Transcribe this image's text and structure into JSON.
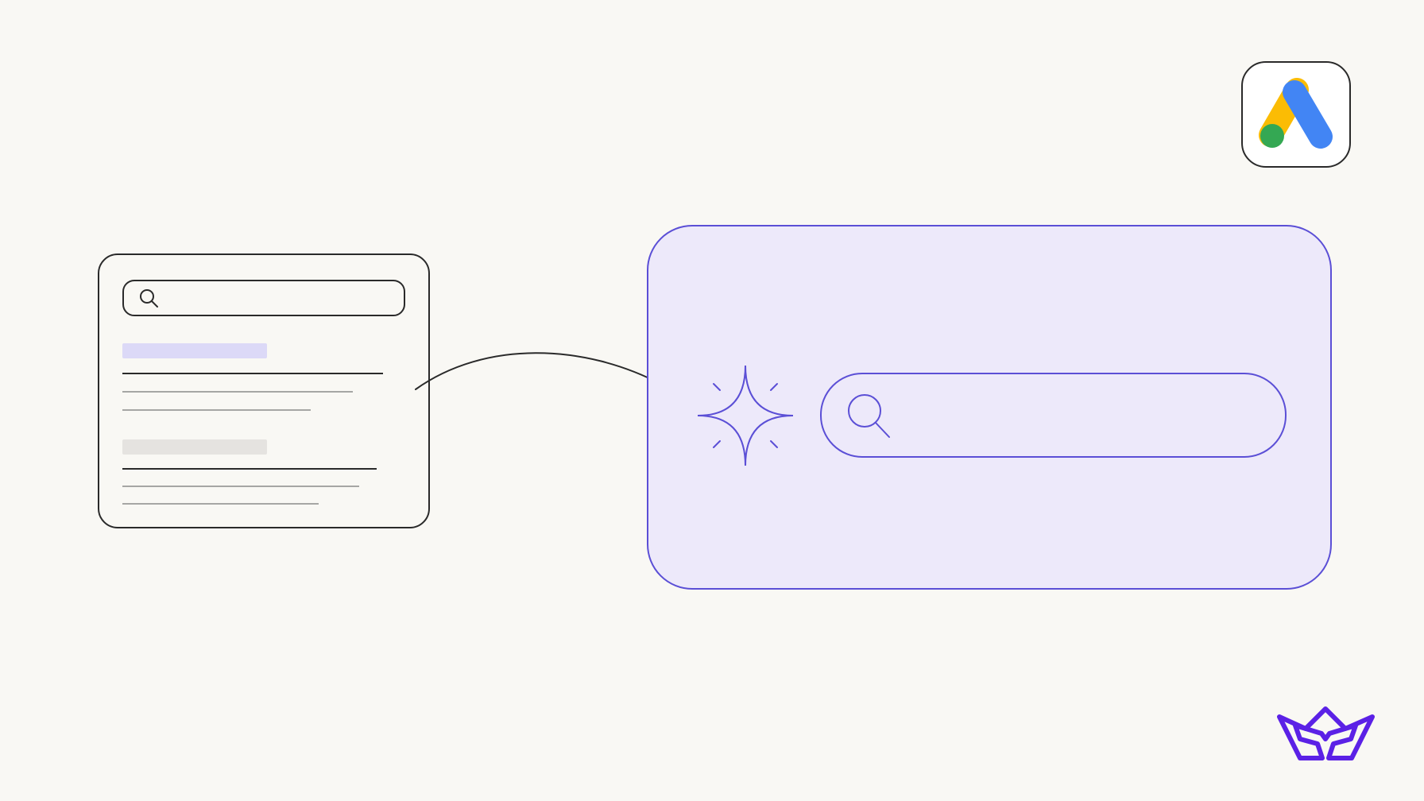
{
  "colors": {
    "background": "#f9f8f4",
    "outline": "#2a2a2a",
    "accent": "#5b4fd6",
    "accent_fill": "#ede9fa",
    "placeholder_accent": "#dcd9f7",
    "placeholder_gray": "#e5e3e0",
    "text_line": "#2a2a2a",
    "text_line_light": "#8a8a8a",
    "google_ads_blue": "#4285f4",
    "google_ads_yellow": "#fbbc04",
    "google_ads_green": "#34a853",
    "brand_mark": "#5b21e6"
  },
  "diagram": {
    "source": {
      "kind": "search-results-page",
      "search_icon": "search-icon",
      "results": [
        {
          "heading_color": "placeholder_accent",
          "line_count": 3
        },
        {
          "heading_color": "placeholder_gray",
          "line_count": 3
        }
      ]
    },
    "connector": {
      "kind": "curved-arrow",
      "icon": "arrow-icon"
    },
    "target": {
      "kind": "ai-search-panel",
      "sparkle_icon": "sparkle-icon",
      "search_icon": "search-icon"
    }
  },
  "logos": {
    "top_right": "google-ads-logo",
    "bottom_right": "crown-brand-logo"
  }
}
